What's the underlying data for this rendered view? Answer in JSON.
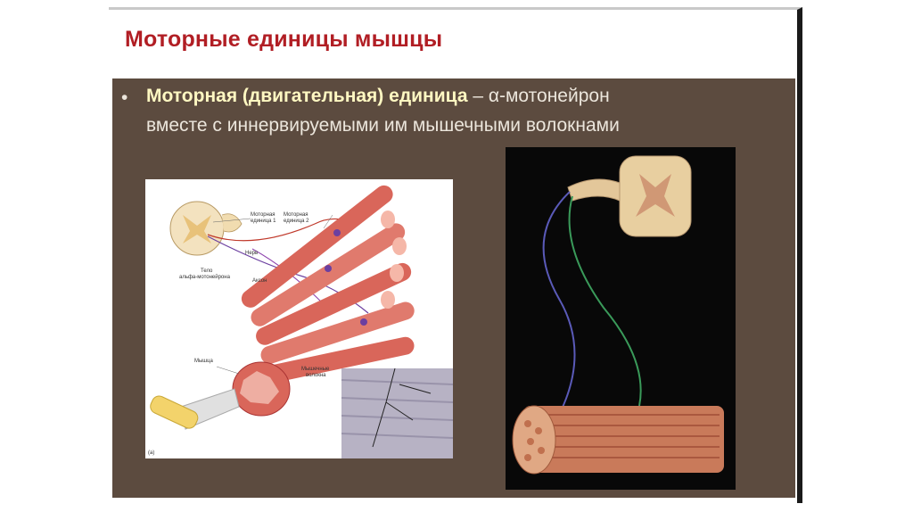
{
  "slide": {
    "title": "Моторные единицы мышцы",
    "bullet": {
      "marker": "•",
      "term": "Моторная (двигательная) единица",
      "definition_part1": " – α-мотонейрон",
      "definition_part2": "вместе с иннервируемыми им мышечными волокнами"
    }
  },
  "figure_left": {
    "labels": {
      "motor_unit_1": [
        "Моторная",
        "единица 1"
      ],
      "motor_unit_2": [
        "Моторная",
        "единица 2"
      ],
      "nerve": "Нерв",
      "neuron_body": [
        "Тело",
        "альфа-мотонейрона"
      ],
      "axon": "Аксон",
      "muscle": "Мышца",
      "muscle_fibers": [
        "Мышечные",
        "волокна"
      ],
      "panel_letter": "(a)"
    }
  },
  "colors": {
    "title": "#b11e24",
    "panel": "#5c4b3f",
    "term": "#fff8c2",
    "body_text": "#ece6dc"
  }
}
